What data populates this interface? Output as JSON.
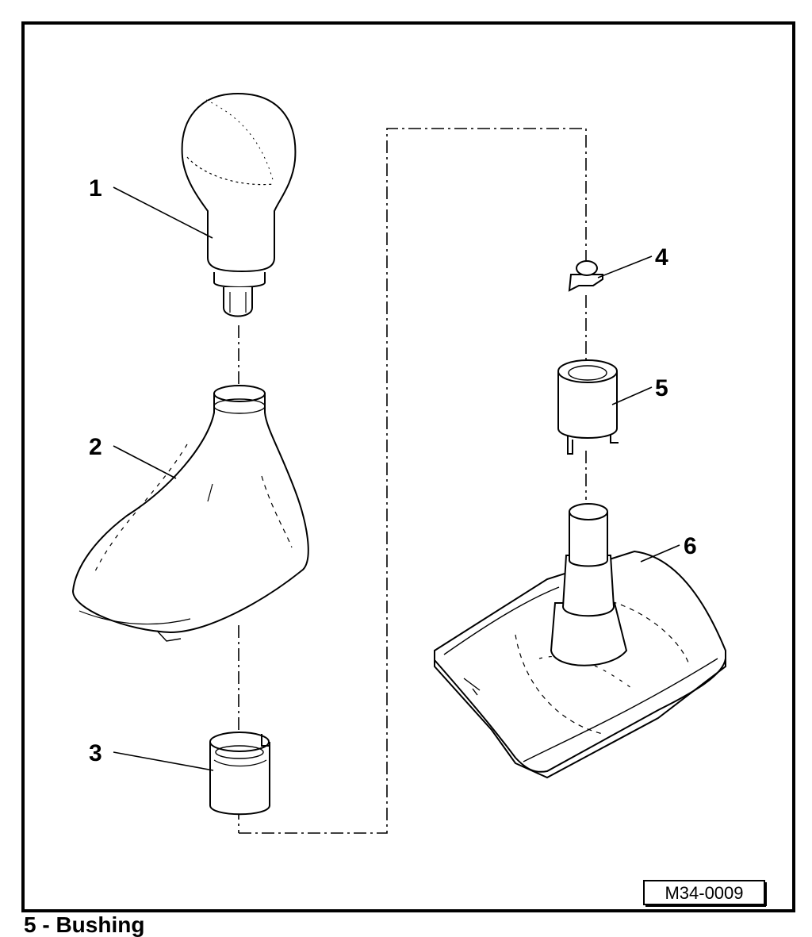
{
  "diagram": {
    "callouts": [
      {
        "id": 1,
        "label": "1"
      },
      {
        "id": 2,
        "label": "2"
      },
      {
        "id": 3,
        "label": "3"
      },
      {
        "id": 4,
        "label": "4"
      },
      {
        "id": 5,
        "label": "5"
      },
      {
        "id": 6,
        "label": "6"
      }
    ],
    "reference_code": "M34-0009"
  },
  "footer": {
    "text": "5 - Bushing"
  }
}
